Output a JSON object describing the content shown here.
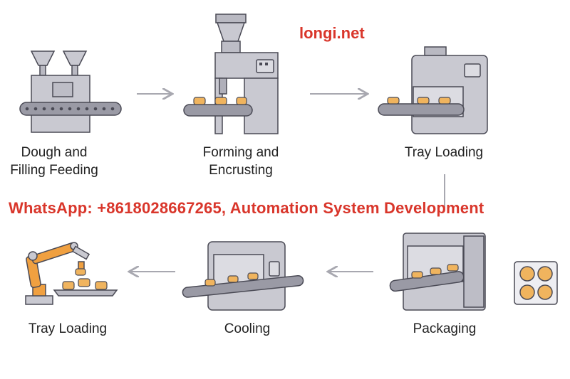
{
  "watermark": {
    "site": "longi.net",
    "contact": "WhatsApp: +8618028667265, Automation System Development"
  },
  "steps": [
    {
      "line1": "Dough and",
      "line2": "Filling Feeding",
      "icon": "hopper-conveyor"
    },
    {
      "line1": "Forming and",
      "line2": "Encrusting",
      "icon": "forming-machine"
    },
    {
      "line1": "Tray Loading",
      "line2": "",
      "icon": "tray-loader"
    },
    {
      "line1": "Packaging",
      "line2": "",
      "icon": "packaging-machine"
    },
    {
      "line1": "Cooling",
      "line2": "",
      "icon": "cooling-tunnel"
    },
    {
      "line1": "Tray Loading",
      "line2": "",
      "icon": "robot-arm"
    }
  ],
  "colors": {
    "machine": "#c9c9d1",
    "outline": "#4a4a55",
    "product": "#f0b45e",
    "arrow": "#b0b0b8",
    "accent": "#d9362b"
  }
}
